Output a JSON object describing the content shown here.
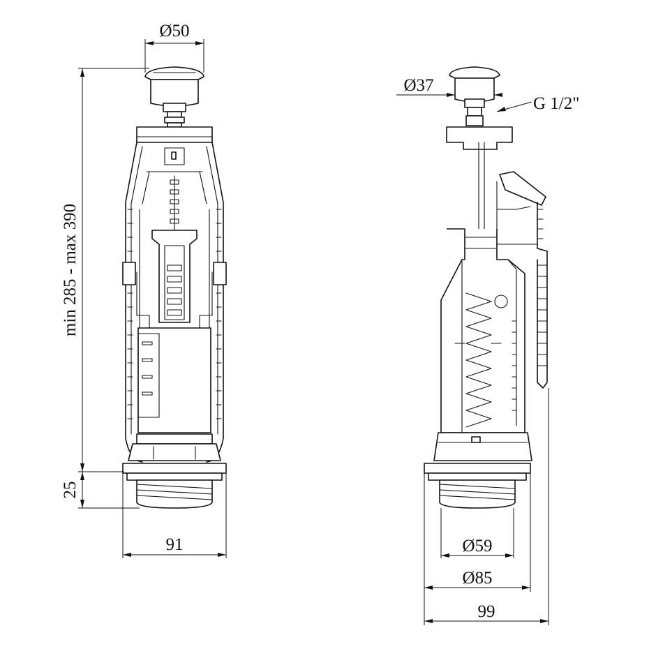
{
  "dimensions": {
    "top_button_diameter": "Ø50",
    "height_range": "min 285 - max 390",
    "base_height": "25",
    "body_width": "91",
    "side_button_diameter": "Ø37",
    "thread": "G 1/2\"",
    "outlet_inner_diameter": "Ø59",
    "outlet_outer_diameter": "Ø85",
    "total_width": "99"
  }
}
